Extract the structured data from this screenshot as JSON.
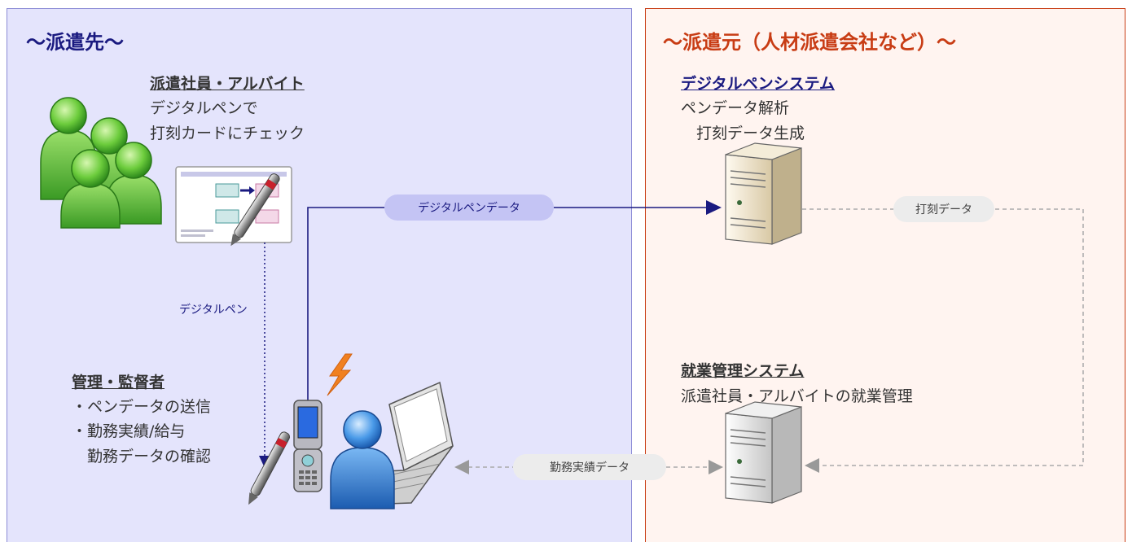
{
  "left_panel": {
    "title": "～派遣先～",
    "staff": {
      "heading": "派遣社員・アルバイト",
      "lines": [
        "デジタルペンで",
        "打刻カードにチェック"
      ]
    },
    "manager": {
      "heading": "管理・監督者",
      "lines": [
        "・ペンデータの送信",
        "・勤務実績/給与",
        "　勤務データの確認"
      ]
    },
    "pen_label": "デジタルペン"
  },
  "right_panel": {
    "title": "～派遣元（人材派遣会社など）～",
    "pen_system": {
      "heading": "デジタルペンシステム",
      "lines": [
        "ペンデータ解析",
        "　打刻データ生成"
      ]
    },
    "work_system": {
      "heading": "就業管理システム",
      "lines": [
        "派遣社員・アルバイトの就業管理"
      ]
    }
  },
  "flows": {
    "pen_data": "デジタルペンデータ",
    "stamp_data": "打刻データ",
    "attendance_data": "勤務実績データ"
  },
  "colors": {
    "left_bg": "#e4e4fc",
    "right_bg": "#fff4f0",
    "left_title": "#1a1a80",
    "right_title": "#c83c14",
    "flow_line": "#1a1a80",
    "dashed_line": "#aaaaaa"
  }
}
